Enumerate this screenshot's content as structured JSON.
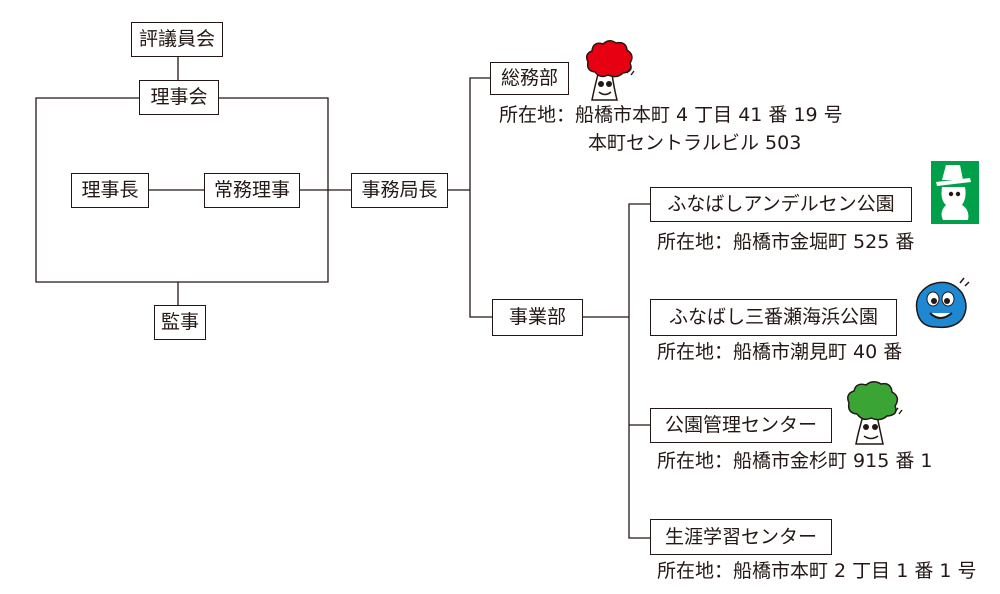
{
  "governance": {
    "councilors": "評議員会",
    "board": "理事会",
    "chairman": "理事長",
    "executive_director": "常務理事",
    "auditor": "監事"
  },
  "secretariat": {
    "director": "事務局長"
  },
  "general_affairs": {
    "label": "総務部",
    "address_line1": "所在地：船橋市本町 4 丁目 41 番 19 号",
    "address_line2": "本町セントラルビル 503"
  },
  "business": {
    "label": "事業部"
  },
  "facilities": [
    {
      "label": "ふなばしアンデルセン公園",
      "address": "所在地：船橋市金堀町 525 番"
    },
    {
      "label": "ふなばし三番瀬海浜公園",
      "address": "所在地：船橋市潮見町 40 番"
    },
    {
      "label": "公園管理センター",
      "address": "所在地：船橋市金杉町 915 番 1"
    },
    {
      "label": "生涯学習センター",
      "address": "所在地：船橋市本町 2 丁目 1 番 1 号"
    }
  ],
  "colors": {
    "line": "#231815",
    "mascot_red": "#e60012",
    "mascot_green": "#3aa535",
    "mascot_blue": "#1e88d2",
    "mascot_emerald": "#00a04a"
  }
}
